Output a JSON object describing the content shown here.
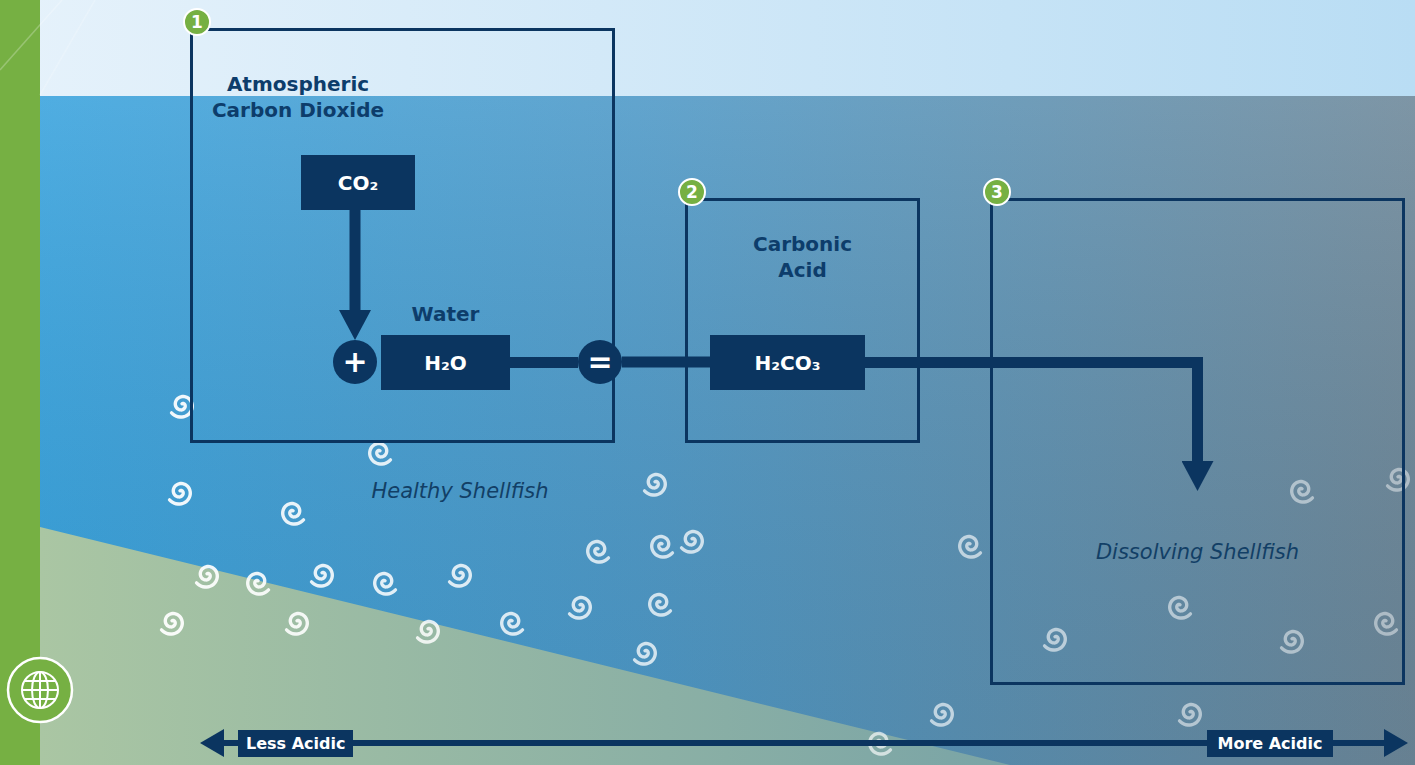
{
  "diagram": {
    "nodes": [
      {
        "text": [
          "Atmospheric Carbon Dioxide"
        ]
      },
      {
        "text": [
          "CO₂"
        ],
        "in": 0
      },
      {
        "text": [
          "+"
        ],
        "in": 0
      },
      {
        "text": [
          "Water",
          "H₂O"
        ],
        "in": 0
      },
      {
        "text": [
          "="
        ]
      },
      {
        "text": [
          "Carbonic Acid"
        ]
      },
      {
        "text": [
          "H₂CO₃"
        ],
        "in": 5
      },
      {
        "text": [
          "Dissolving Shellfish"
        ]
      }
    ],
    "edges": [
      {
        "from": 1,
        "to": 2,
        "arrow": "to"
      },
      {
        "from": 3,
        "to": 4,
        "arrow": "none"
      },
      {
        "from": 4,
        "to": 6,
        "arrow": "none"
      },
      {
        "from": 6,
        "to": 7,
        "arrow": "to"
      }
    ],
    "labels": [
      "1",
      "2",
      "3",
      "Healthy Shellfish",
      "Less Acidic",
      "More Acidic"
    ]
  }
}
